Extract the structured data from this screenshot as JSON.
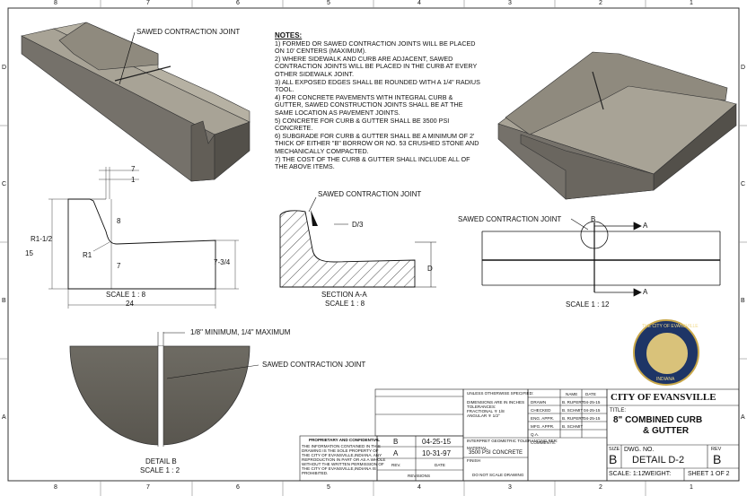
{
  "border": {
    "columns_top": [
      "8",
      "7",
      "6",
      "5",
      "4",
      "3",
      "2",
      "1"
    ],
    "columns_bottom": [
      "8",
      "7",
      "6",
      "5",
      "4",
      "3",
      "2",
      "1"
    ],
    "rows_left": [
      "D",
      "C",
      "B",
      "A"
    ],
    "rows_right": [
      "D",
      "C",
      "B",
      "A"
    ]
  },
  "callouts": {
    "sawed_joint_iso": "SAWED CONTRACTION JOINT",
    "sawed_joint_section": "SAWED CONTRACTION JOINT",
    "sawed_joint_plan": "SAWED CONTRACTION JOINT",
    "sawed_joint_detail": "SAWED CONTRACTION JOINT",
    "joint_width": "1/8\" MINIMUM, 1/4\" MAXIMUM"
  },
  "notes": {
    "heading": "NOTES:",
    "items": [
      "1) FORMED OR SAWED CONTRACTION JOINTS WILL BE PLACED ON 10' CENTERS (MAXIMUM).",
      "2) WHERE SIDEWALK AND CURB ARE ADJACENT, SAWED CONTRACTION JOINTS WILL BE PLACED IN THE CURB AT EVERY OTHER SIDEWALK JOINT.",
      "3) ALL EXPOSED EDGES SHALL BE ROUNDED WITH A 1/4\" RADIUS TOOL.",
      "4) FOR CONCRETE PAVEMENTS WITH INTEGRAL CURB & GUTTER, SAWED CONSTRUCTION JOINTS SHALL BE AT THE SAME LOCATION AS PAVEMENT JOINTS.",
      "5) CONCRETE FOR CURB & GUTTER SHALL BE 3500 PSI CONCRETE.",
      "6) SUBGRADE FOR CURB & GUTTER SHALL BE A MINIMUM OF 2' THICK OF EITHER \"B\" BORROW OR NO. 53 CRUSHED STONE AND MECHANICALLY COMPACTED.",
      "7) THE COST OF THE CURB & GUTTER SHALL INCLUDE ALL OF THE ABOVE ITEMS."
    ]
  },
  "profile": {
    "dim_top1": "7",
    "dim_top2": "1",
    "dim_r": "R1-1/2",
    "dim_8": "8",
    "dim_15": "15",
    "dim_r1": "R1",
    "dim_7": "7",
    "dim_7_3_4": "7-3/4",
    "dim_24": "24",
    "scale": "SCALE 1 : 8"
  },
  "section": {
    "dim_d3": "D/3",
    "dim_d": "D",
    "title": "SECTION A-A",
    "scale": "SCALE 1 : 8"
  },
  "plan": {
    "label_b": "B",
    "label_a1": "A",
    "label_a2": "A",
    "scale": "SCALE 1 : 12"
  },
  "detail": {
    "title": "DETAIL B",
    "scale": "SCALE 1 : 2"
  },
  "title_block": {
    "owner": "CITY OF EVANSVILLE",
    "title_label": "TITLE:",
    "title_line1": "8\" COMBINED CURB",
    "title_line2": "& GUTTER",
    "size_label": "SIZE",
    "size": "B",
    "dwg_label": "DWG.  NO.",
    "dwg_no": "DETAIL D-2",
    "rev_label": "REV",
    "rev": "B",
    "scale": "SCALE: 1:12",
    "weight": "WEIGHT:",
    "sheet": "SHEET 1 OF 2",
    "unless": "UNLESS OTHERWISE SPECIFIED:",
    "dims": "DIMENSIONS ARE IN INCHES",
    "tol": "TOLERANCES:",
    "frac": "FRACTIONAL ∓ 1/8",
    "ang": "ANGULAR ∓ 1/2°",
    "interp": "INTERPRET GEOMETRIC TOLERANCING PER:",
    "material_label": "MATERIAL",
    "material": "3500 PSI CONCRETE",
    "finish": "FINISH",
    "no_scale": "DO NOT SCALE DRAWING",
    "name_h": "NAME",
    "date_h": "DATE",
    "drawn": "DRAWN",
    "checked": "CHECKED",
    "eng": "ENG. APPR.",
    "mfg": "MFG. APPR.",
    "qa": "Q.A.",
    "comments": "COMMENTS:",
    "drawn_name": "B. RUPERT",
    "drawn_date": "04-25-15",
    "checked_name": "B. SCHMIT",
    "checked_date": "04-25-15",
    "eng_name": "B. RUPERT",
    "eng_date": "04-25-15",
    "mfg_name": "B. SCHMIT",
    "rev_rows": [
      {
        "rev": "B",
        "date": "04-25-15"
      },
      {
        "rev": "A",
        "date": "10-31-97"
      }
    ],
    "rev_h": "REV.",
    "date_h2": "DATE",
    "revisions": "REVISIONS",
    "prop_title": "PROPRIETARY AND CONFIDENTIAL",
    "prop_lines": [
      "THE INFORMATION CONTAINED IN THIS",
      "DRAWING IS THE SOLE PROPERTY OF",
      "THE CITY OF EVANSVILLE,INDIANA.  ANY",
      "REPRODUCTION IN PART OR AS A WHOLE",
      "WITHOUT THE WRITTEN PERMISSION OF",
      "THE CITY OF EVANSVILLE,INDIANA IS",
      "PROHIBITED."
    ]
  },
  "seal": {
    "text_top": "THE CITY OF EVANSVILLE",
    "text_bottom": "INDIANA"
  }
}
